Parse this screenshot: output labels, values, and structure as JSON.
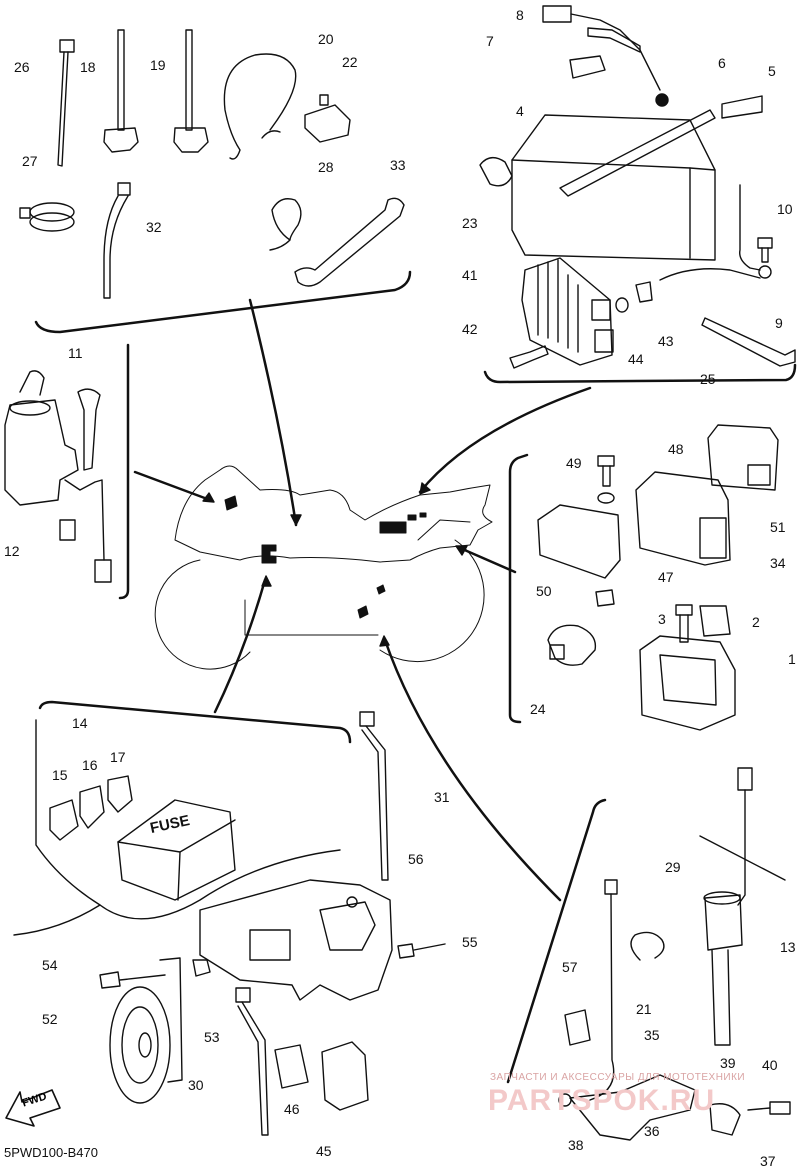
{
  "diagram_code": "5PWD100-B470",
  "watermark": {
    "line1": "ЗАПЧАСТИ И АКСЕССУАРЫ ДЛЯ МОТОТЕХНИКИ",
    "line2": "PARTSPOK.RU"
  },
  "fwd_label": "FWD",
  "fuse_label": "FUSE",
  "callouts": [
    "1",
    "2",
    "3",
    "4",
    "5",
    "6",
    "7",
    "8",
    "9",
    "10",
    "11",
    "12",
    "13",
    "14",
    "15",
    "16",
    "17",
    "18",
    "19",
    "20",
    "21",
    "22",
    "23",
    "24",
    "25",
    "26",
    "27",
    "28",
    "29",
    "30",
    "31",
    "32",
    "33",
    "34",
    "35",
    "36",
    "37",
    "38",
    "39",
    "40",
    "41",
    "42",
    "43",
    "44",
    "45",
    "46",
    "47",
    "48",
    "49",
    "50",
    "51",
    "52",
    "53",
    "54",
    "55",
    "56",
    "57"
  ]
}
